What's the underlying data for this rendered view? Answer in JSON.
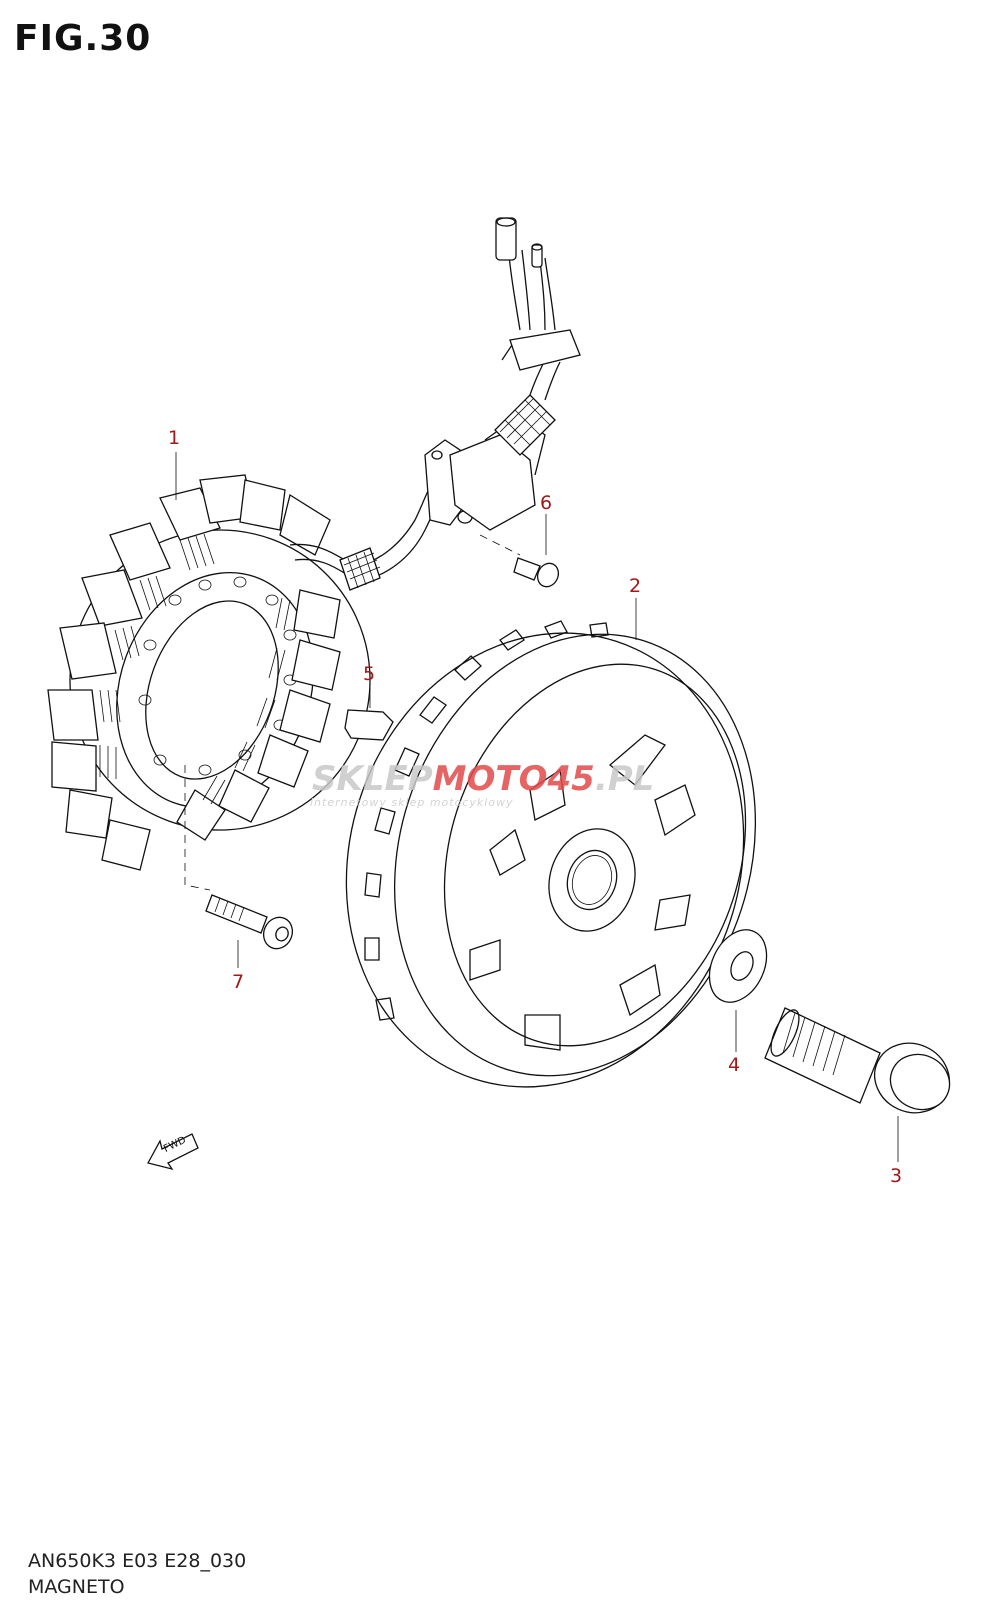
{
  "figure": {
    "title": "FIG.30"
  },
  "footer": {
    "code": "AN650K3 E03 E28_030",
    "name": "MAGNETO"
  },
  "watermark": {
    "part1": "SKLEP",
    "part2": "MOTO",
    "part3": "45",
    "part4": ".PL",
    "tagline": "internetowy sklep motocyklowy",
    "colors": {
      "gray": "#c8c8c8",
      "red": "#e34a4a"
    }
  },
  "callouts": [
    {
      "id": "1",
      "label": "1"
    },
    {
      "id": "2",
      "label": "2"
    },
    {
      "id": "3",
      "label": "3"
    },
    {
      "id": "4",
      "label": "4"
    },
    {
      "id": "5",
      "label": "5"
    },
    {
      "id": "6",
      "label": "6"
    },
    {
      "id": "7",
      "label": "7"
    }
  ],
  "fwd_arrow": {
    "label": "FWD"
  },
  "colors": {
    "callout": "#a01818",
    "line": "#111111"
  }
}
